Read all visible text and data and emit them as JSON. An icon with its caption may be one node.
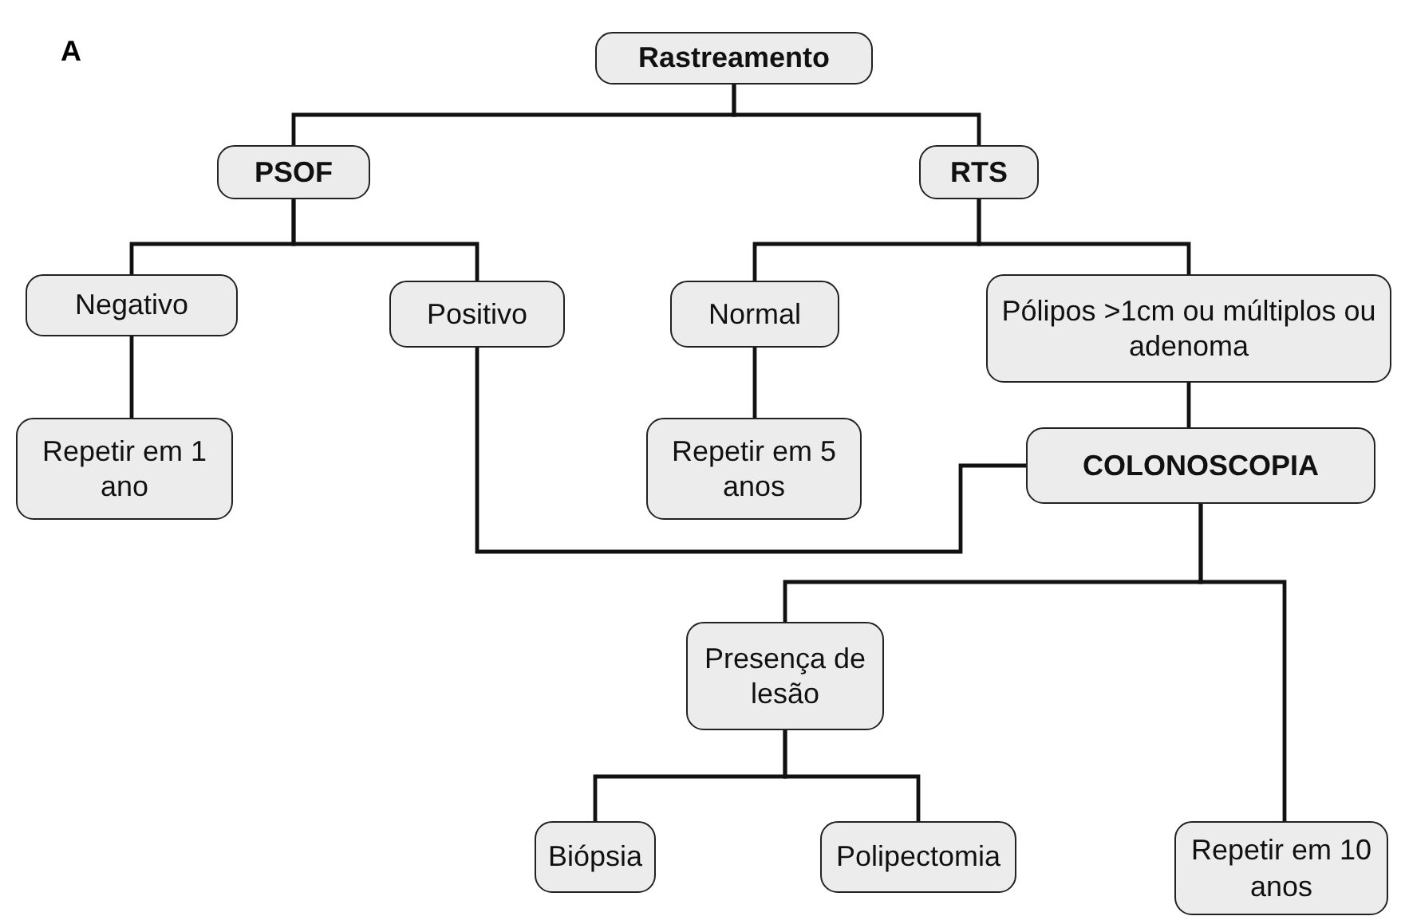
{
  "diagram": {
    "nodes": [
      {
        "text": [
          "Rastreamento"
        ]
      },
      {
        "text": [
          "PSOF"
        ]
      },
      {
        "text": [
          "RTS"
        ]
      },
      {
        "text": [
          "Negativo"
        ]
      },
      {
        "text": [
          "Positivo"
        ]
      },
      {
        "text": [
          "Normal"
        ]
      },
      {
        "text": [
          "Pólipos >1cm ou múltiplos ou adenoma"
        ]
      },
      {
        "text": [
          "Repetir em 1 ano"
        ]
      },
      {
        "text": [
          "Repetir em 5 anos"
        ]
      },
      {
        "text": [
          "COLONOSCOPIA"
        ]
      },
      {
        "text": [
          "Presença de lesão"
        ]
      },
      {
        "text": [
          "Biópsia"
        ]
      },
      {
        "text": [
          "Polipectomia"
        ]
      },
      {
        "text": [
          "Repetir em 10 anos"
        ]
      }
    ],
    "edges": [
      {
        "from": 0,
        "to": 1,
        "arrow": "none"
      },
      {
        "from": 0,
        "to": 2,
        "arrow": "none"
      },
      {
        "from": 1,
        "to": 3,
        "arrow": "none"
      },
      {
        "from": 1,
        "to": 4,
        "arrow": "none"
      },
      {
        "from": 2,
        "to": 5,
        "arrow": "none"
      },
      {
        "from": 2,
        "to": 6,
        "arrow": "none"
      },
      {
        "from": 3,
        "to": 7,
        "arrow": "none"
      },
      {
        "from": 5,
        "to": 8,
        "arrow": "none"
      },
      {
        "from": 4,
        "to": 9,
        "arrow": "none"
      },
      {
        "from": 6,
        "to": 9,
        "arrow": "none"
      },
      {
        "from": 9,
        "to": 10,
        "arrow": "none"
      },
      {
        "from": 9,
        "to": 13,
        "arrow": "none"
      },
      {
        "from": 10,
        "to": 11,
        "arrow": "none"
      },
      {
        "from": 10,
        "to": 12,
        "arrow": "none"
      }
    ],
    "labels": [
      "A"
    ]
  }
}
